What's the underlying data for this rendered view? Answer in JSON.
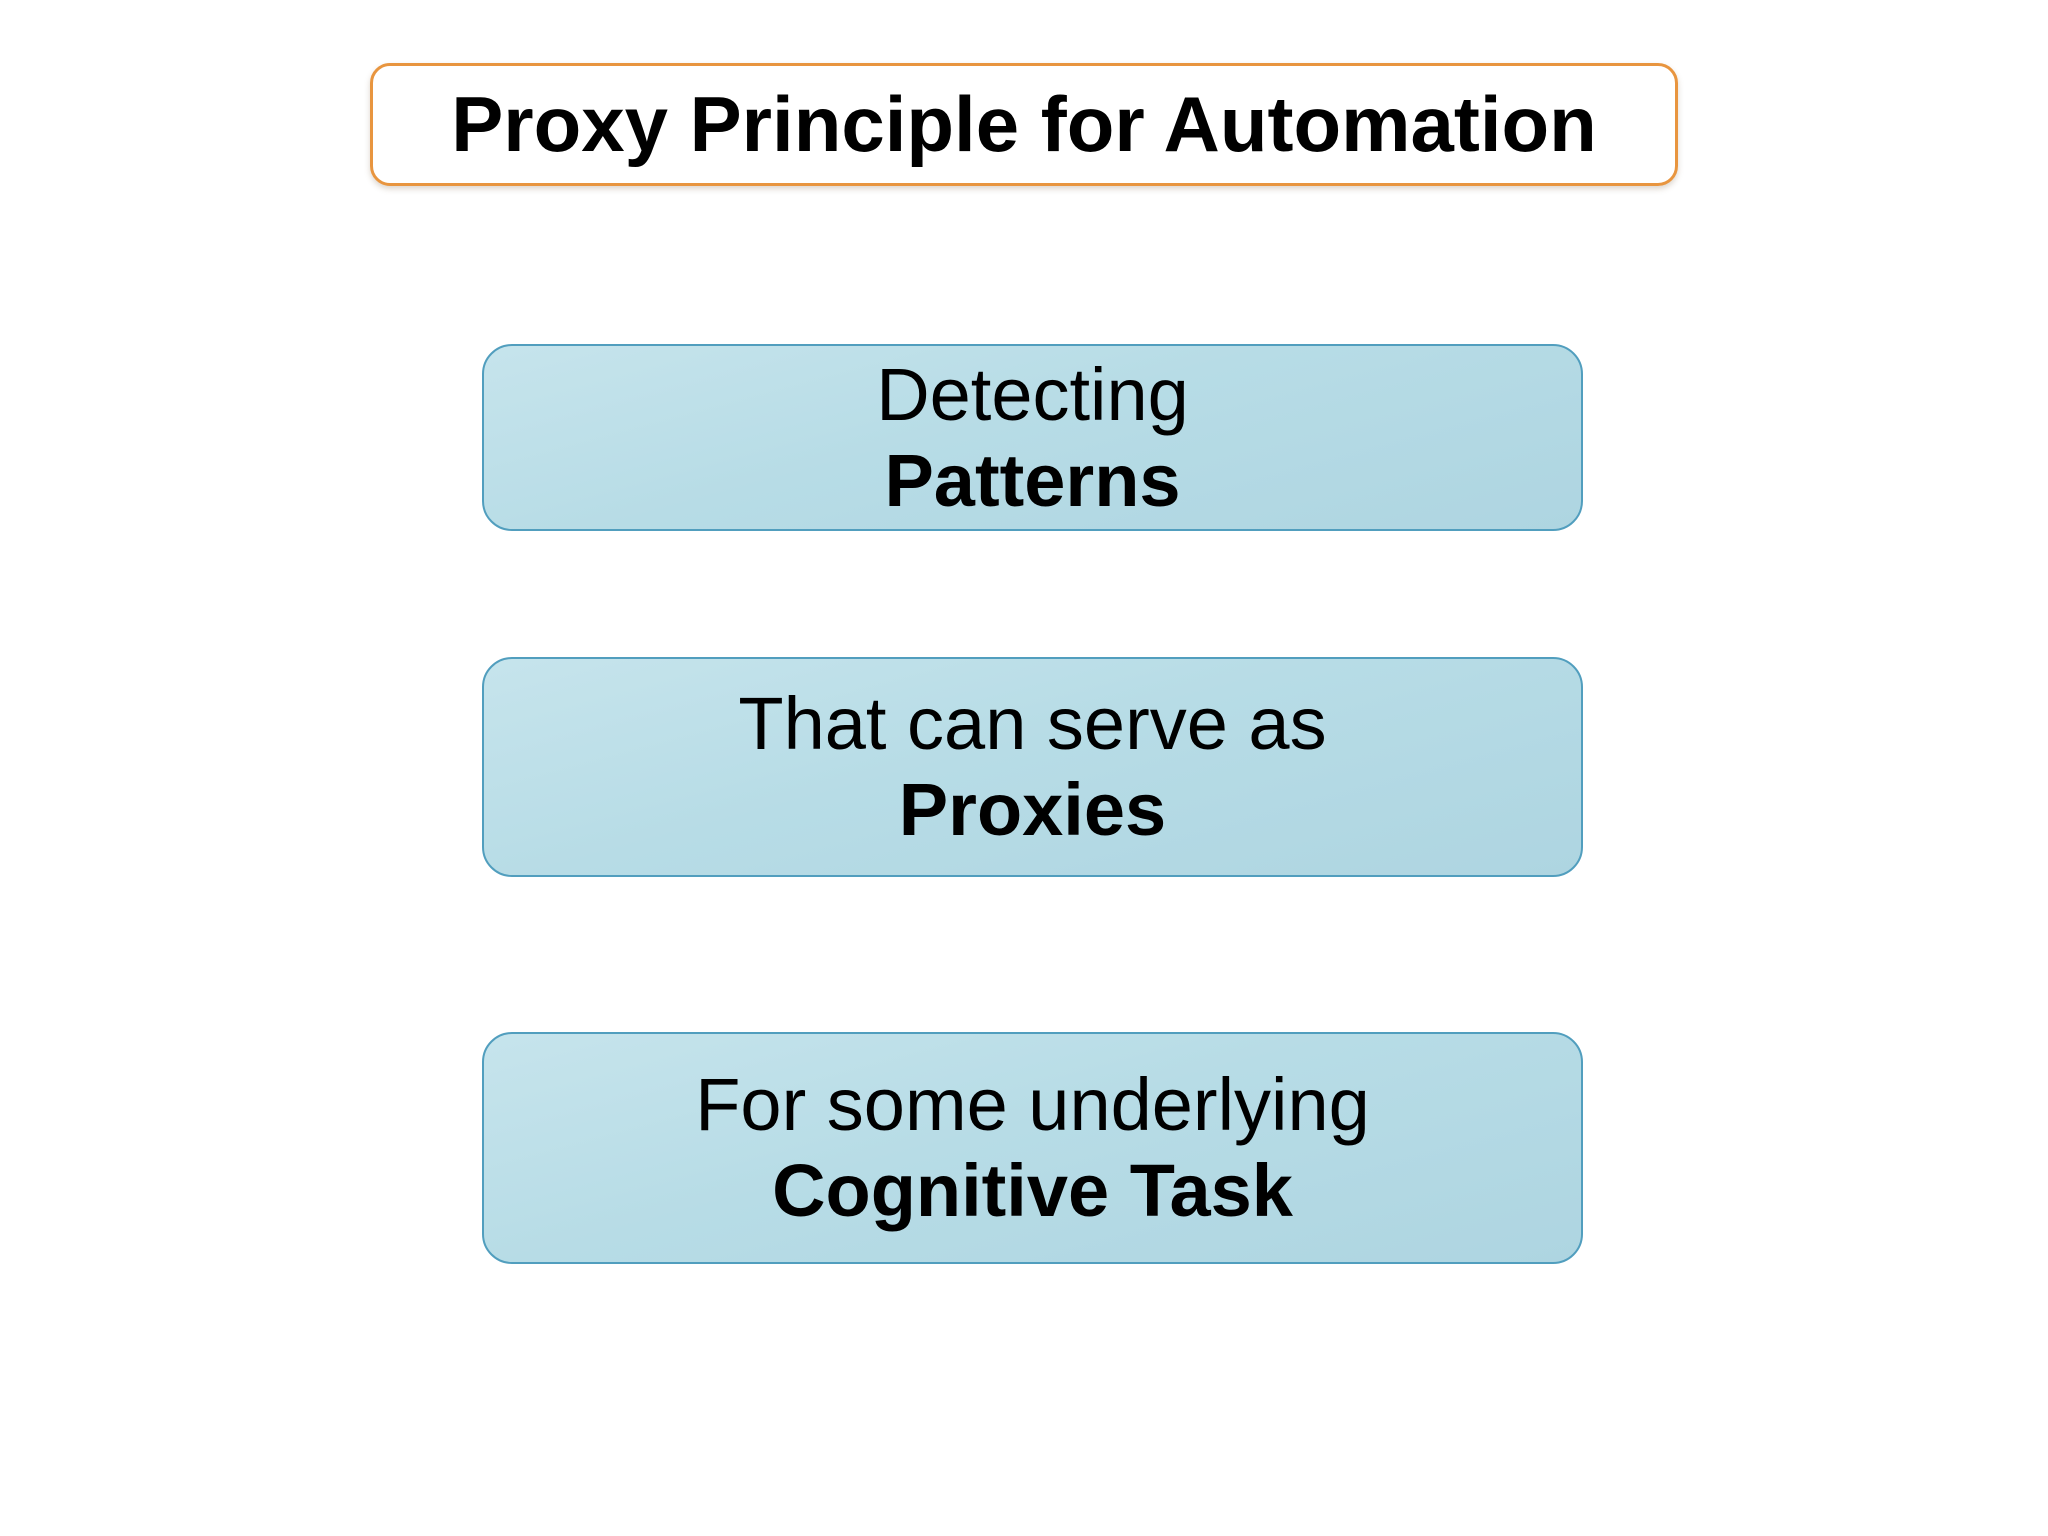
{
  "slide": {
    "title": "Proxy Principle for Automation",
    "boxes": [
      {
        "line1": "Detecting",
        "line2": "Patterns"
      },
      {
        "line1": "That can serve as",
        "line2": "Proxies"
      },
      {
        "line1": "For some underlying",
        "line2": "Cognitive Task"
      }
    ],
    "colors": {
      "background": "#ffffff",
      "text": "#000000",
      "title_fill_top": "#fdd4ae",
      "title_fill_bottom": "#f9b77e",
      "title_border": "#e8953f",
      "box_fill_top": "#c6e4ec",
      "box_fill_bottom": "#aed5e1",
      "box_border": "#519ebe"
    }
  }
}
